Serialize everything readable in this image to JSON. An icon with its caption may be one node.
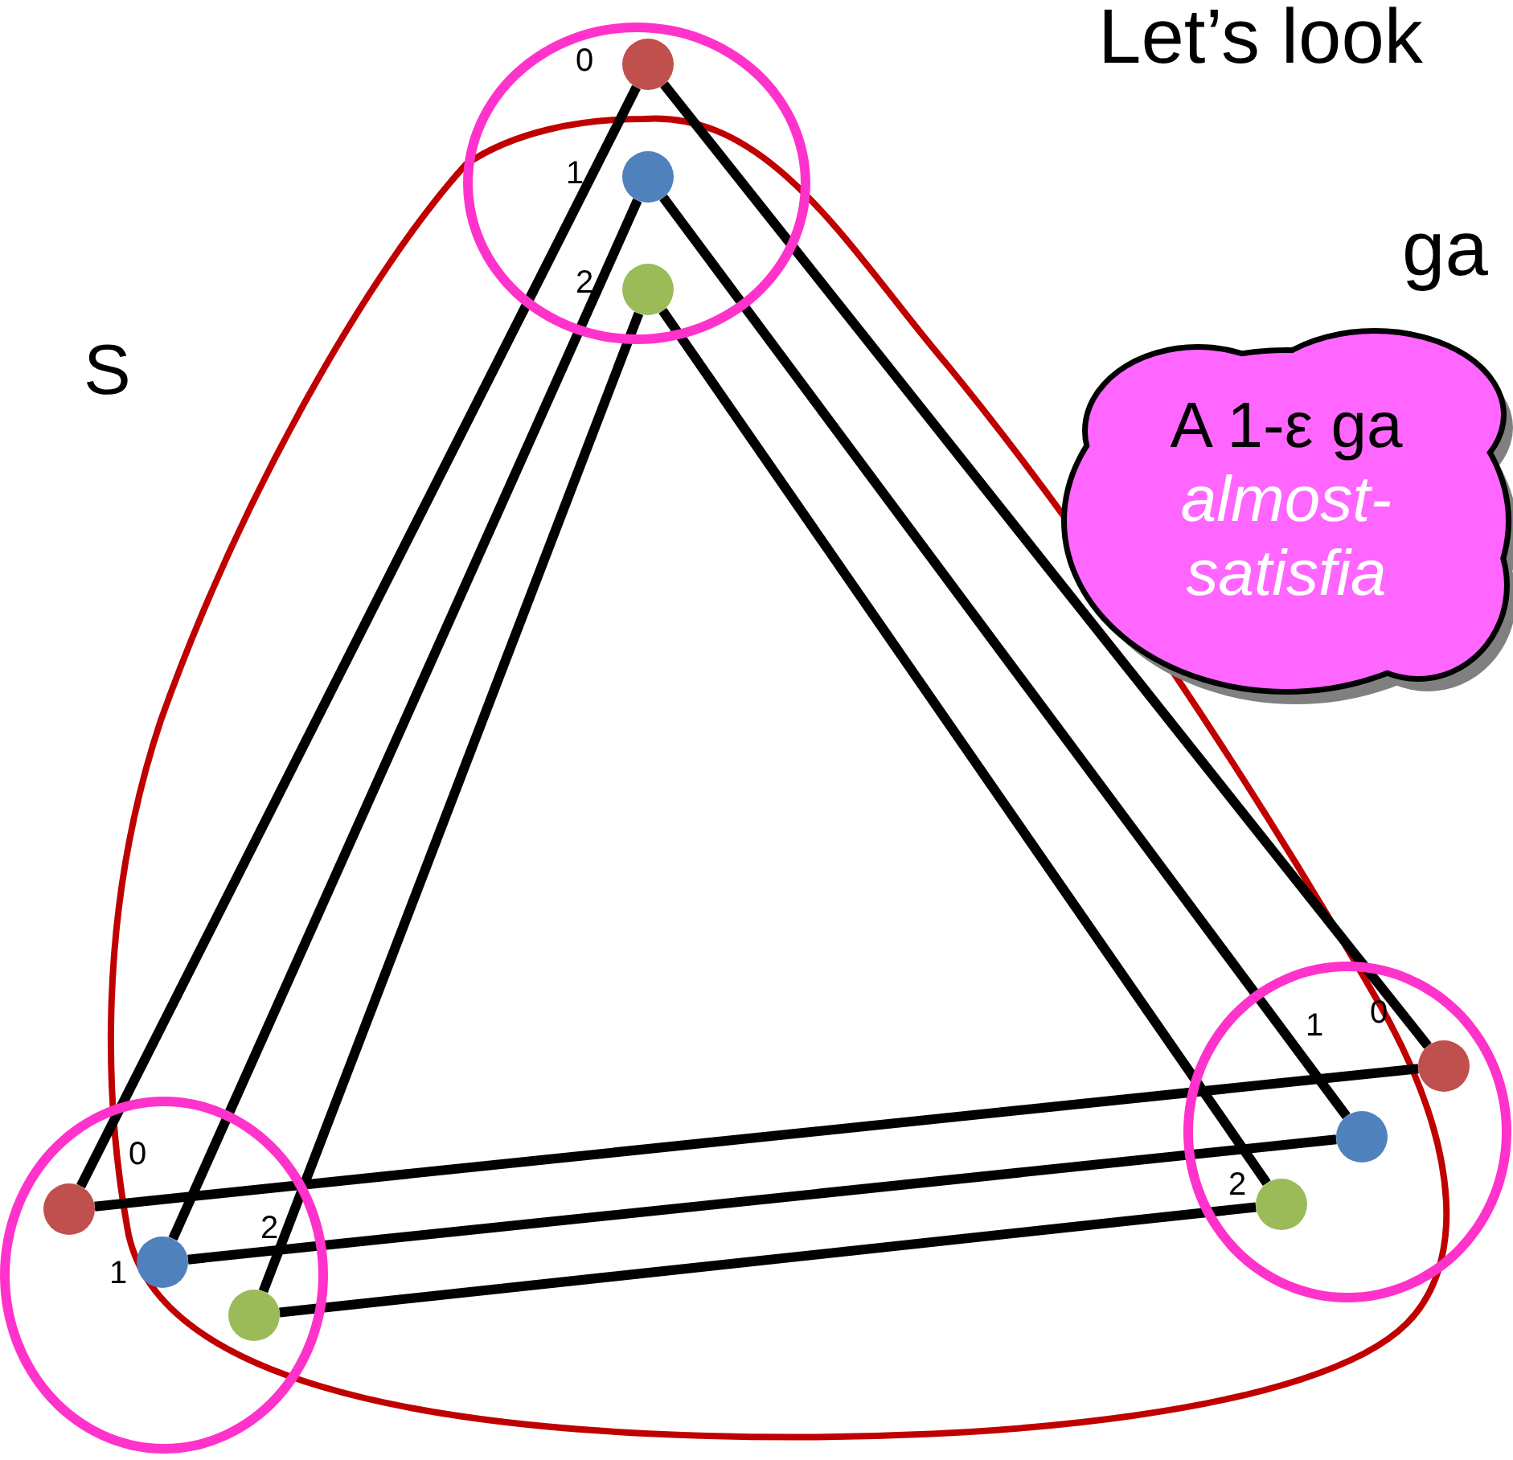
{
  "diagram": {
    "nodes": [
      {
        "text": [],
        "shape": "circle"
      },
      {
        "text": [],
        "shape": "circle",
        "in": 0,
        "beside": [
          "0"
        ]
      },
      {
        "text": [],
        "shape": "circle",
        "in": 0,
        "beside": [
          "1"
        ]
      },
      {
        "text": [],
        "shape": "circle",
        "in": 0,
        "beside": [
          "2"
        ]
      },
      {
        "text": [
          "A 1-ε ga",
          "almost- satisfia"
        ]
      },
      {
        "text": [],
        "shape": "circle"
      },
      {
        "text": [],
        "shape": "circle",
        "in": 5,
        "beside": [
          "0"
        ]
      },
      {
        "text": [],
        "shape": "circle",
        "in": 5,
        "beside": [
          "1"
        ]
      },
      {
        "text": [],
        "shape": "circle",
        "in": 5,
        "beside": [
          "2"
        ]
      },
      {
        "text": [],
        "shape": "circle"
      },
      {
        "text": [],
        "shape": "circle",
        "in": 9,
        "beside": [
          "0"
        ]
      },
      {
        "text": [],
        "shape": "circle",
        "in": 9,
        "beside": [
          "1"
        ]
      },
      {
        "text": [],
        "shape": "circle",
        "in": 9,
        "beside": [
          "2"
        ]
      }
    ],
    "edges": [
      {
        "from": 1,
        "to": 10,
        "arrow": "none"
      },
      {
        "from": 2,
        "to": 11,
        "arrow": "none"
      },
      {
        "from": 3,
        "to": 12,
        "arrow": "none"
      },
      {
        "from": 1,
        "to": 6,
        "arrow": "none"
      },
      {
        "from": 2,
        "to": 7,
        "arrow": "none"
      },
      {
        "from": 3,
        "to": 8,
        "arrow": "none"
      },
      {
        "from": 10,
        "to": 6,
        "arrow": "none"
      },
      {
        "from": 11,
        "to": 7,
        "arrow": "none"
      },
      {
        "from": 12,
        "to": 8,
        "arrow": "none"
      }
    ],
    "labels": [
      "Let’s look",
      "ga",
      "S"
    ]
  }
}
